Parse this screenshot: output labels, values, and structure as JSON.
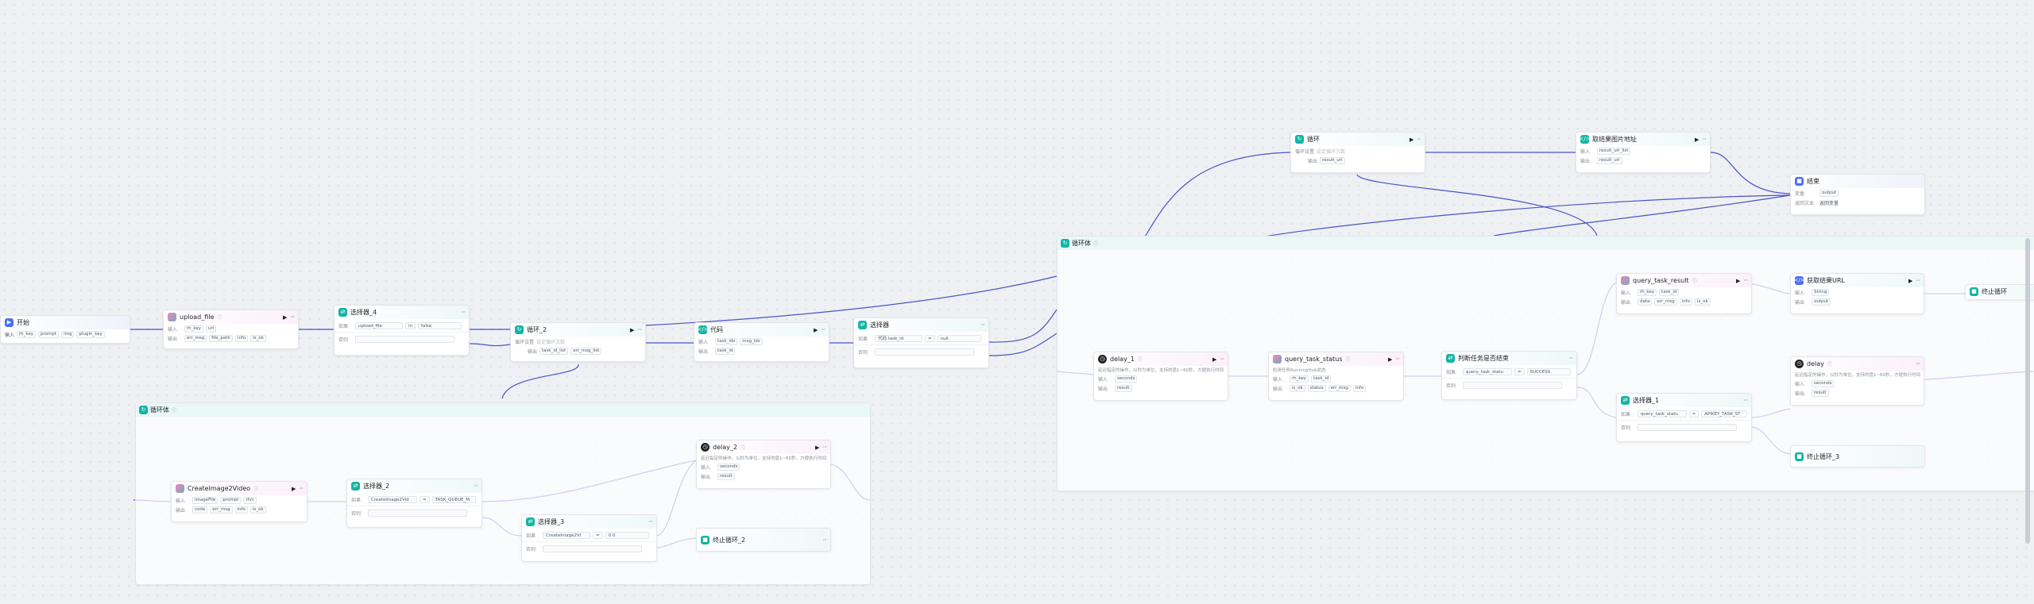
{
  "colors": {
    "edge": "#4c52c8",
    "teal": "#13b5a5",
    "blue": "#4c6ef5"
  },
  "start": {
    "title": "开始",
    "inputs_label": "输入",
    "inputs": [
      "rh_key",
      "prompt",
      "img",
      "plugin_key"
    ]
  },
  "upload": {
    "title": "upload_file",
    "in_label": "输入",
    "inputs": [
      "rh_key",
      "url"
    ],
    "out_label": "输出",
    "outputs": [
      "err_msg",
      "file_path",
      "info",
      "is_ok"
    ]
  },
  "sel4": {
    "title": "选择器_4",
    "if": "如果",
    "var": "upload_file",
    "op": "in",
    "val": "false",
    "else": "否则"
  },
  "loop2": {
    "title": "循环_2",
    "mode_label": "循环设置",
    "mode": "设定循环次数",
    "out_label": "输出",
    "outputs": [
      "task_id_list",
      "err_msg_list"
    ]
  },
  "code": {
    "title": "代码",
    "in_label": "输入",
    "inputs": [
      "task_ids",
      "msg_ids"
    ],
    "out_label": "输出",
    "outputs": [
      "task_id"
    ]
  },
  "sel": {
    "title": "选择器",
    "if": "如果",
    "var": "代码 task_id",
    "op": "=",
    "val": "null",
    "else": "否则"
  },
  "loop": {
    "title": "循环",
    "mode_label": "循环设置",
    "mode": "设定循环次数",
    "out_label": "输出",
    "outputs": [
      "result_url"
    ]
  },
  "getimg": {
    "title": "取结果图片地址",
    "in_label": "输入",
    "inputs": [
      "result_url_list"
    ],
    "out_label": "输出",
    "outputs": [
      "result_url"
    ]
  },
  "end": {
    "title": "结束",
    "var_label": "变量",
    "var": "output",
    "ret_label": "返回文本",
    "ret": "返回变量"
  },
  "loopbody2": {
    "title": "循环体"
  },
  "loopbody": {
    "title": "循环体"
  },
  "delay1": {
    "title": "delay_1",
    "desc": "延迟指定的操作，以秒为单位，支持的值1~60秒，方便执行时间",
    "in_label": "输入",
    "inputs": [
      "seconds"
    ],
    "out_label": "输出",
    "outputs": [
      "result"
    ]
  },
  "query": {
    "title": "query_task_status",
    "desc": "检测任务RunningHub状态",
    "in_label": "输入",
    "inputs": [
      "rh_key",
      "task_id"
    ],
    "out_label": "输出",
    "outputs": [
      "is_ok",
      "status",
      "err_msg",
      "info"
    ]
  },
  "judge": {
    "title": "判断任务是否结束",
    "if": "如果",
    "var": "query_task_statu",
    "op": "=",
    "val": "SUCCESS",
    "else": "否则"
  },
  "qresult": {
    "title": "query_task_result",
    "in_label": "输入",
    "inputs": [
      "rh_key",
      "task_id"
    ],
    "out_label": "输出",
    "outputs": [
      "data",
      "err_msg",
      "info",
      "is_ok"
    ]
  },
  "geturl": {
    "title": "获取结果URL",
    "in_label": "输入",
    "inputs": [
      "String"
    ],
    "out_label": "输出",
    "outputs": [
      "output"
    ]
  },
  "stoploop": {
    "title": "终止循环"
  },
  "sel1": {
    "title": "选择器_1",
    "if": "如果",
    "var": "query_task_statu",
    "op": "=",
    "val": "APIKEY_TASK_ST",
    "else": "否则"
  },
  "delay": {
    "title": "delay",
    "desc": "延迟指定的操作，以秒为单位，支持的值1~60秒，方便执行时间",
    "in_label": "输入",
    "inputs": [
      "seconds"
    ],
    "out_label": "输出",
    "outputs": [
      "result"
    ]
  },
  "stoploop3": {
    "title": "终止循环_3"
  },
  "cv": {
    "title": "CreateImage2Video",
    "in_label": "输入",
    "inputs": [
      "imageFile",
      "prompt",
      "rh/c"
    ],
    "out_label": "输出",
    "outputs": [
      "code",
      "err_msg",
      "info",
      "is_ok"
    ]
  },
  "sel2": {
    "title": "选择器_2",
    "if": "如果",
    "var": "CreateImage2Vid",
    "op": "=",
    "val": "TASK_QUEUE_M",
    "else": "否则"
  },
  "sel3": {
    "title": "选择器_3",
    "if": "如果",
    "var": "CreateImage2Vi",
    "op": "=",
    "val": "0.0",
    "else": "否则"
  },
  "delay2": {
    "title": "delay_2",
    "desc": "延迟指定的操作，以秒为单位，支持的值1~60秒，方便执行时间",
    "in_label": "输入",
    "inputs": [
      "seconds"
    ],
    "out_label": "输出",
    "outputs": [
      "result"
    ]
  },
  "stoploop2": {
    "title": "终止循环_2"
  }
}
